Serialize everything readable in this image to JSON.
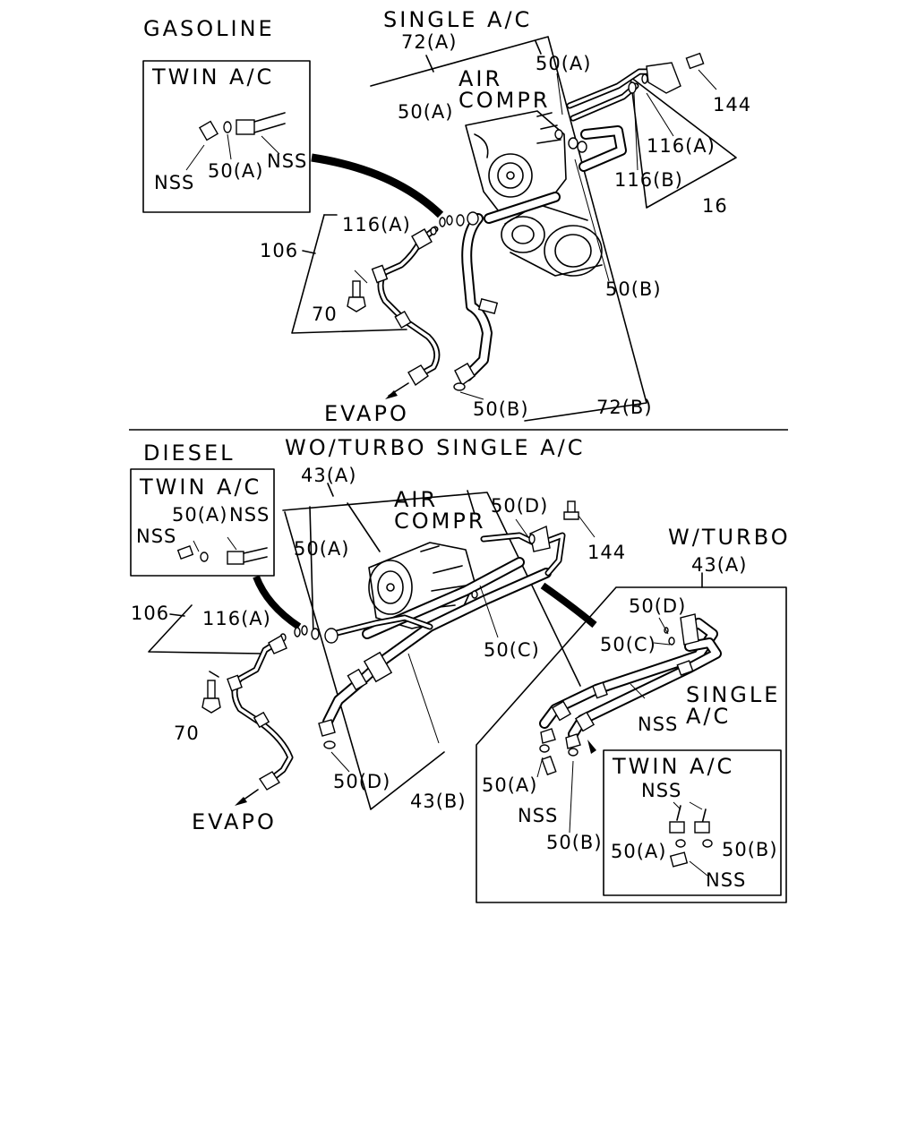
{
  "gasoline": {
    "heading": "GASOLINE",
    "subheading": "SINGLE A/C",
    "twin_box": {
      "title": "TWIN A/C",
      "nss_left": "NSS",
      "part_50a": "50(A)",
      "nss_right": "NSS"
    },
    "compressor": {
      "line1": "AIR",
      "line2": "COMPR"
    },
    "labels": {
      "p72a": "72(A)",
      "p50a_top": "50(A)",
      "p50a_mid": "50(A)",
      "p144": "144",
      "p116a_right": "116(A)",
      "p116b": "116(B)",
      "p16": "16",
      "p116a_left": "116(A)",
      "p106": "106",
      "p70": "70",
      "p50b_mid": "50(B)",
      "evapo": "EVAPO",
      "p50b_low": "50(B)",
      "p72b": "72(B)"
    }
  },
  "diesel": {
    "heading": "DIESEL",
    "subheading": "WO/TURBO SINGLE A/C",
    "twin_box": {
      "title": "TWIN A/C",
      "part_50a": "50(A)",
      "nss_right": "NSS",
      "nss_left": "NSS"
    },
    "compressor": {
      "line1": "AIR",
      "line2": "COMPR"
    },
    "labels": {
      "p43a": "43(A)",
      "p50a": "50(A)",
      "p50d_top": "50(D)",
      "p144": "144",
      "p116a": "116(A)",
      "p106": "106",
      "p70": "70",
      "p50c": "50(C)",
      "p50d_low": "50(D)",
      "p43b": "43(B)",
      "evapo": "EVAPO"
    },
    "turbo": {
      "heading": "W/TURBO",
      "p43a": "43(A)",
      "p50d": "50(D)",
      "p50c": "50(C)",
      "single_line1": "SINGLE",
      "single_line2": "A/C",
      "nss_mid": "NSS",
      "p50a": "50(A)",
      "nss_low": "NSS",
      "p50b": "50(B)",
      "twin_box": {
        "title": "TWIN A/C",
        "nss_top": "NSS",
        "part_50a": "50(A)",
        "part_50b": "50(B)",
        "nss_bottom": "NSS"
      }
    }
  }
}
